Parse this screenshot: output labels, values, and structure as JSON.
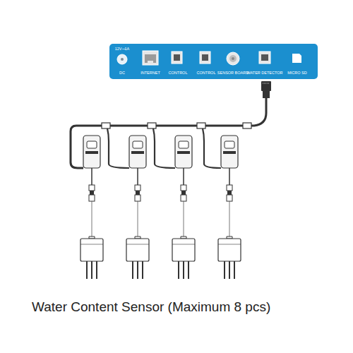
{
  "diagram": {
    "caption": "Water Content Sensor (Maximum 8 pcs)",
    "nodes": [
      {
        "text": [
          "12V⎓1A",
          "DC",
          "INTERNET",
          "CONTROL",
          "CONTROL",
          "SENSOR BOARD",
          "WATER DETECTOR",
          "MICRO SD"
        ]
      }
    ]
  }
}
